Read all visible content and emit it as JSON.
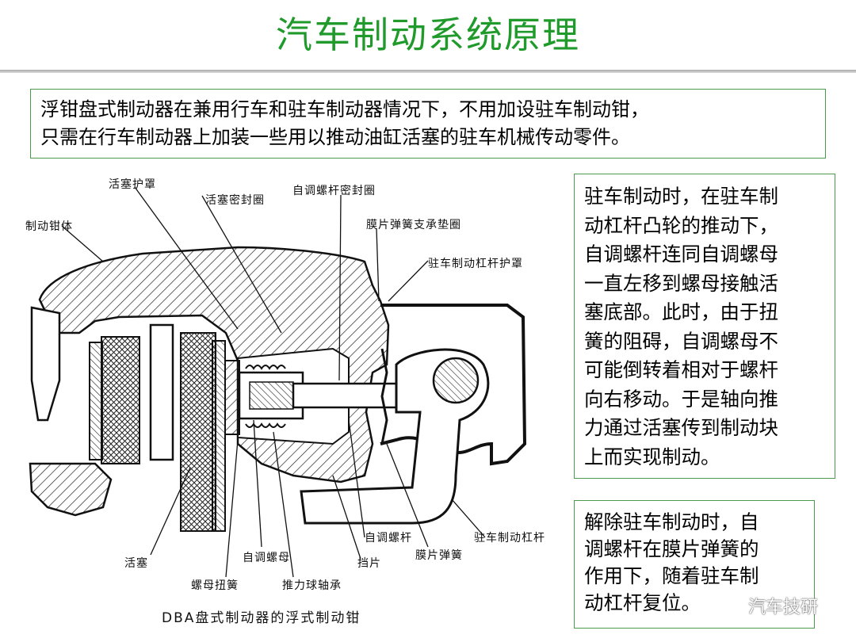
{
  "title": "汽车制动系统原理",
  "intro": {
    "line1": "浮钳盘式制动器在兼用行车和驻车制动器情况下，不用加设驻车制动钳，",
    "line2": "只需在行车制动器上加装一些用以推动油缸活塞的驻车机械传动零件。"
  },
  "side_top": {
    "lines": [
      "驻车制动时，在驻车制",
      "动杠杆凸轮的推动下，",
      "自调螺杆连同自调螺母",
      "一直左移到螺母接触活",
      "塞底部。此时，由于扭",
      "簧的阻碍，自调螺母不",
      "可能倒转着相对于螺杆",
      "向右移动。于是轴向推",
      "力通过活塞传到制动块",
      "上而实现制动。"
    ]
  },
  "side_bottom": {
    "lines": [
      "解除驻车制动时，自",
      "调螺杆在膜片弹簧的",
      "作用下，随着驻车制",
      "动杠杆复位。"
    ]
  },
  "diagram": {
    "labels": {
      "piston_boot": "活塞护罩",
      "piston_seal": "活塞密封圈",
      "screw_seal": "自调螺杆密封圈",
      "caliper_body": "制动钳体",
      "spring_washer": "膜片弹簧支承垫圈",
      "lever_boot": "驻车制动杠杆护罩",
      "piston": "活塞",
      "adjust_nut": "自调螺母",
      "nut_torsion_spring": "螺母扭簧",
      "thrust_bearing": "推力球轴承",
      "stop_plate": "挡片",
      "adjust_screw": "自调螺杆",
      "diaphragm_spring": "膜片弹簧",
      "parking_lever": "驻车制动杠杆"
    },
    "caption": "DBA盘式制动器的浮式制动钳"
  },
  "watermark": {
    "text": "汽车技研",
    "icon": "wechat-icon"
  }
}
